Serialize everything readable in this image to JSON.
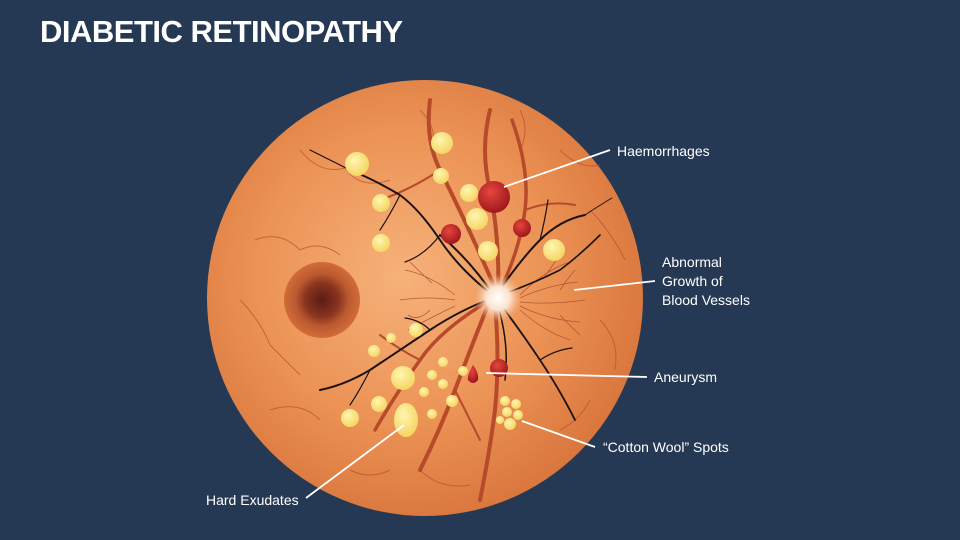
{
  "title": "DIABETIC RETINOPATHY",
  "labels": {
    "haemorrhages": "Haemorrhages",
    "abnormal_growth": [
      "Abnormal",
      "Growth of",
      "Blood Vessels"
    ],
    "aneurysm": "Aneurysm",
    "cotton_wool": "“Cotton Wool” Spots",
    "hard_exudates": "Hard Exudates"
  },
  "colors": {
    "background": "#263954",
    "retina": "#e9874a",
    "exudate": "#f7e07a",
    "haemorrhage": "#b81f22",
    "vessel": "#b64a2a"
  }
}
